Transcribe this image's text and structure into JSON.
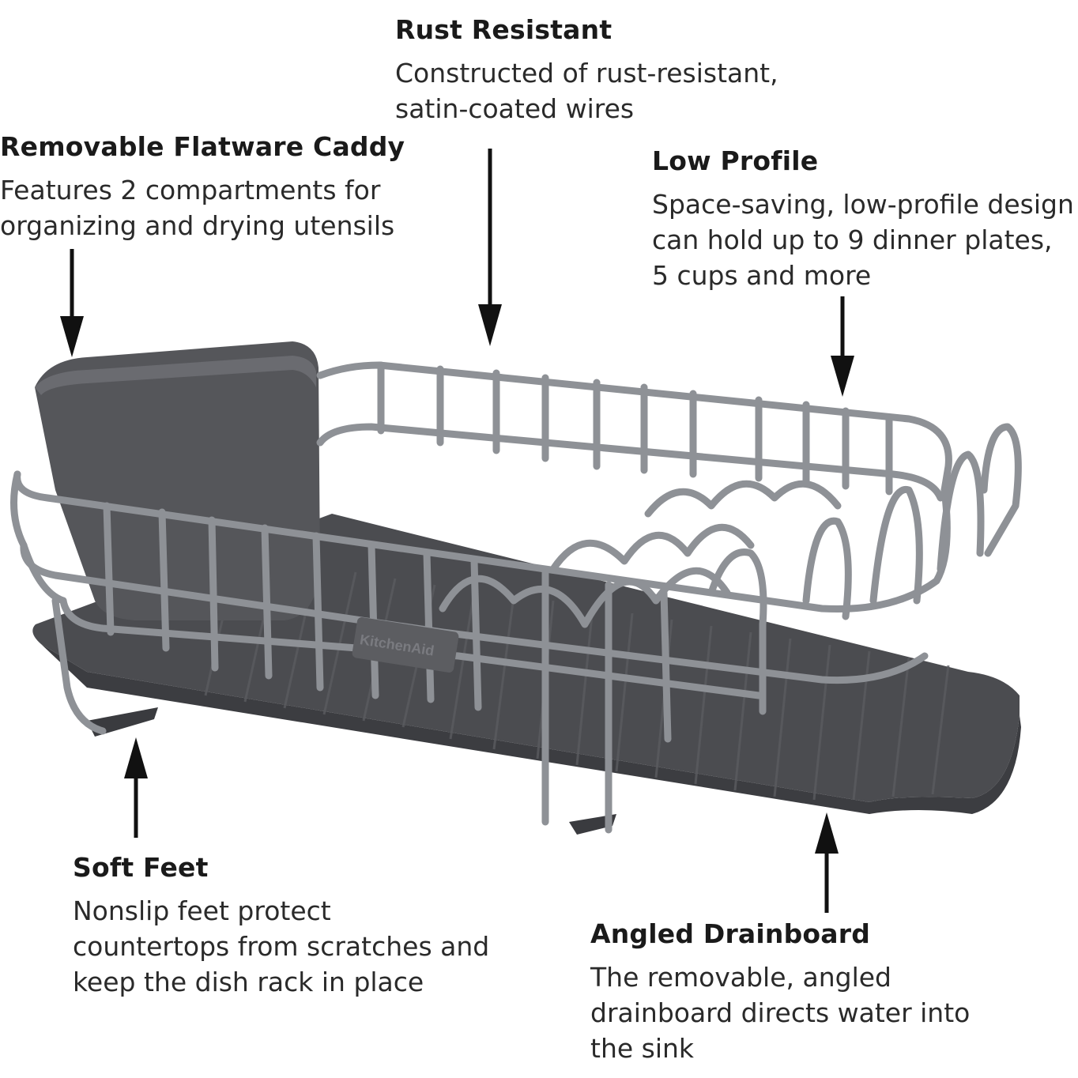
{
  "callouts": {
    "rust": {
      "title": "Rust Resistant",
      "description": "Constructed of rust-resistant,\nsatin-coated wires"
    },
    "caddy": {
      "title": "Removable Flatware Caddy",
      "description": "Features 2 compartments for\norganizing and drying utensils"
    },
    "low_profile": {
      "title": "Low Profile",
      "description": "Space-saving, low-profile design\ncan hold up to 9 dinner plates,\n5 cups and more"
    },
    "feet": {
      "title": "Soft Feet",
      "description": "Nonslip feet protect\ncountertops from scratches and\nkeep the dish rack in place"
    },
    "drainboard": {
      "title": "Angled Drainboard",
      "description": "The removable, angled\ndrainboard directs water into\nthe sink"
    }
  },
  "product": {
    "brand_tag": "KitchenAid",
    "colors": {
      "wire": "#8e9196",
      "caddy": "#55565a",
      "tray": "#4b4c50",
      "arrow": "#111111"
    }
  }
}
